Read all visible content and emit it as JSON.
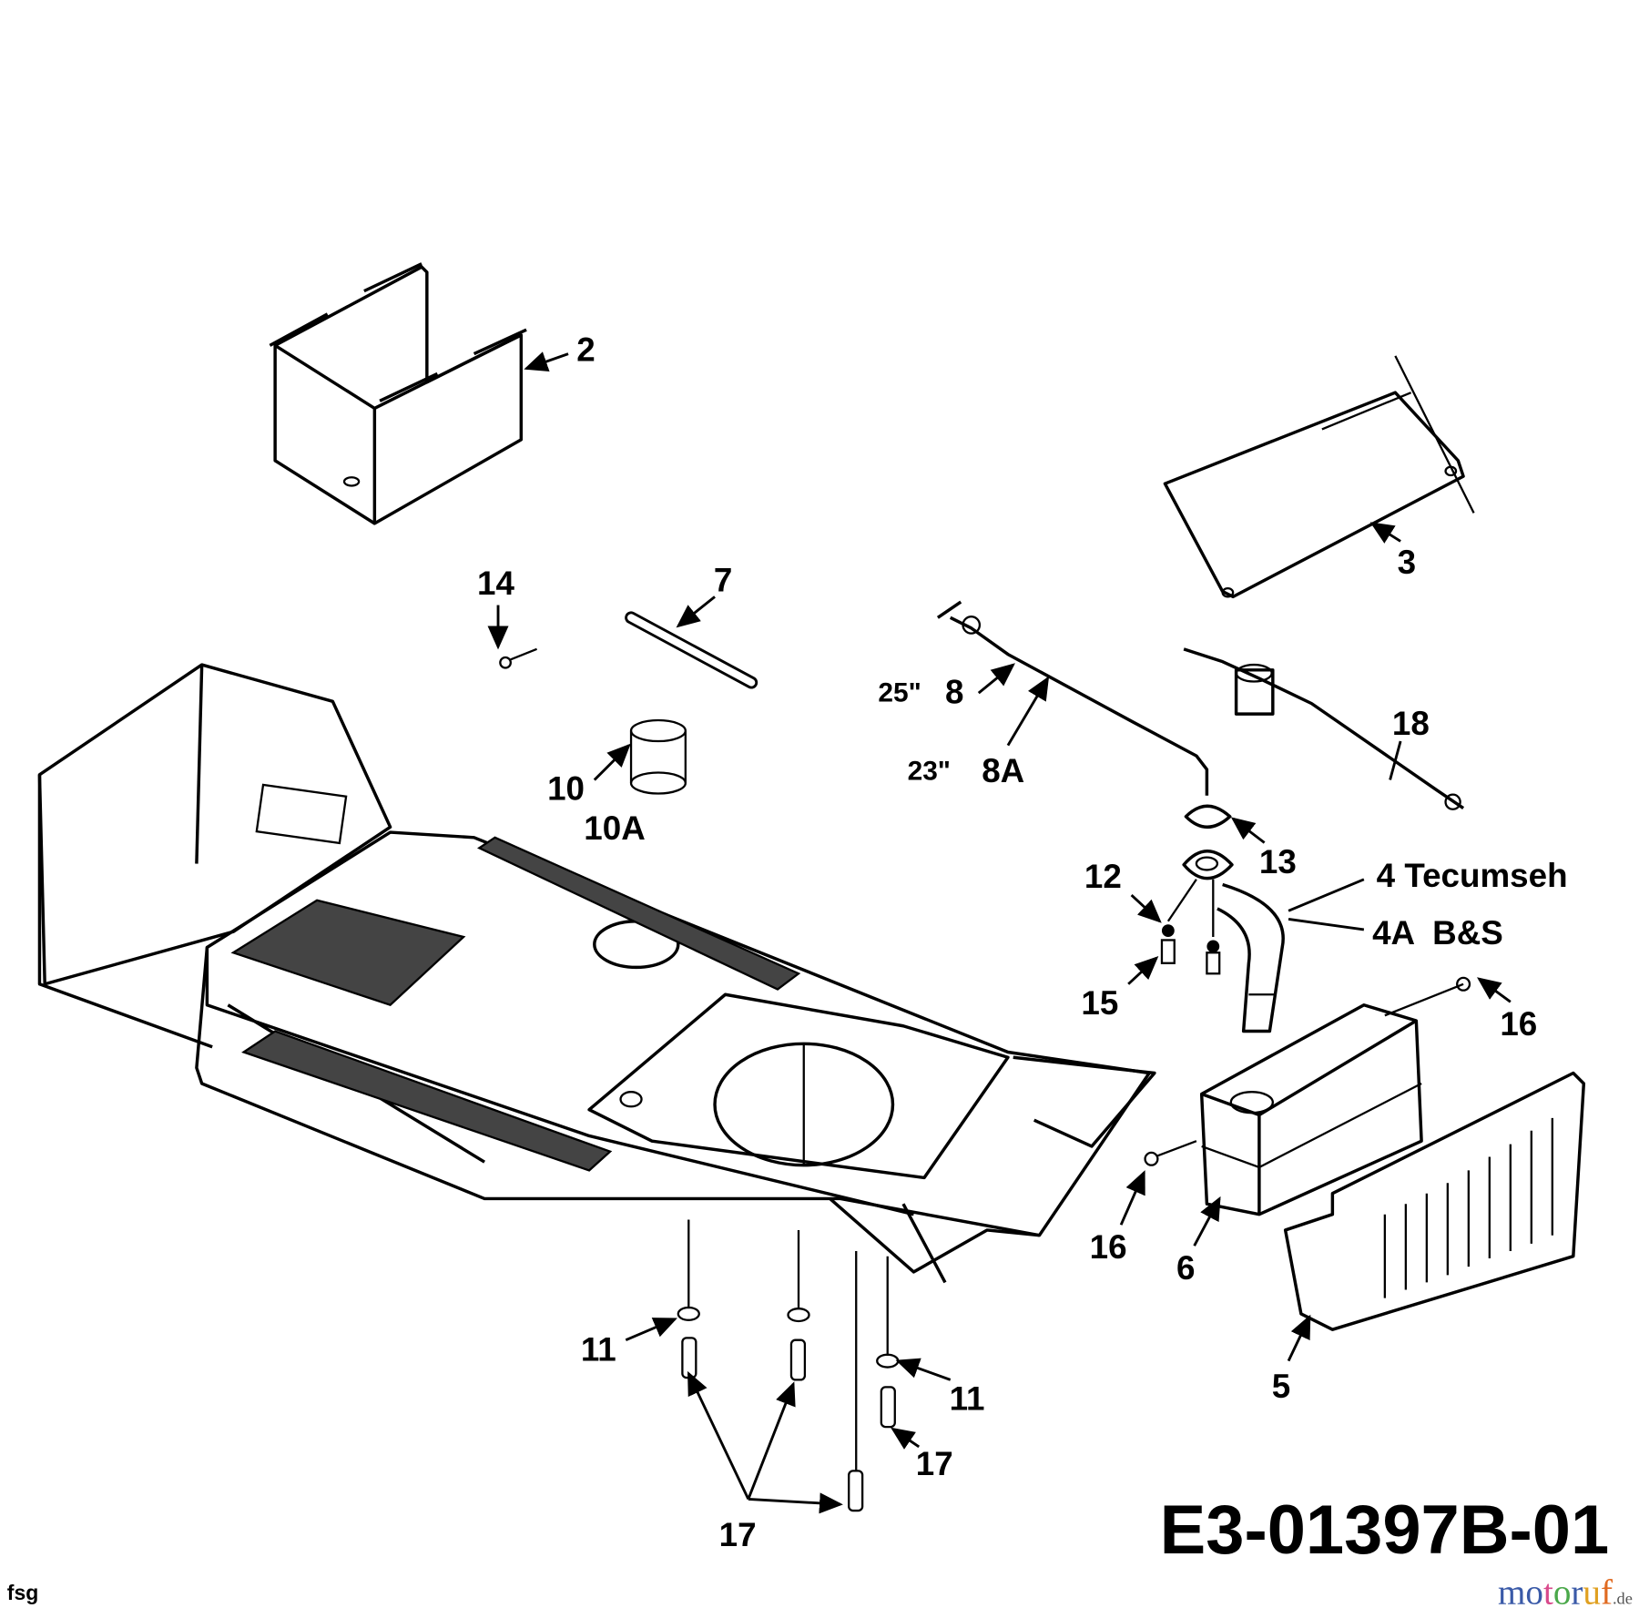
{
  "diagram": {
    "drawing_code": "E3-01397B-01",
    "author_mark": "fsg",
    "watermark": "motoruf.de",
    "callouts": {
      "c2": "2",
      "c3": "3",
      "c14": "14",
      "c7": "7",
      "c8_size": "25\"",
      "c8": "8",
      "c8a_size": "23\"",
      "c8a": "8A",
      "c18": "18",
      "c10": "10",
      "c10a": "10A",
      "c13": "13",
      "c12": "12",
      "c4": "4 Tecumseh",
      "c4a": "4A  B&S",
      "c15": "15",
      "c16a": "16",
      "c16b": "16",
      "c6": "6",
      "c5": "5",
      "c11a": "11",
      "c11b": "11",
      "c17a": "17",
      "c17b": "17"
    }
  }
}
